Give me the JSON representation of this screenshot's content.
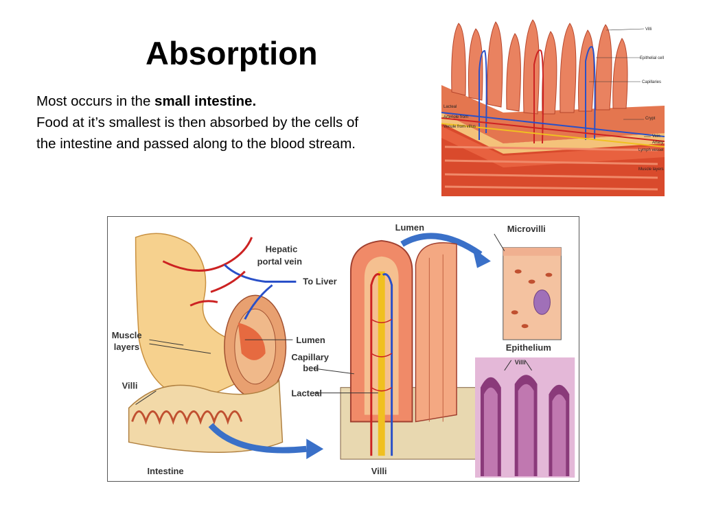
{
  "slide": {
    "title": "Absorption",
    "line1_prefix": "Most occurs in the ",
    "line1_bold": "small intestine.",
    "line2": "Food at it’s smallest is then absorbed by the cells of the intestine and passed along to the blood stream."
  },
  "top_figure": {
    "labels": {
      "villi": "Villi",
      "epithelial": "Epithelial cell",
      "capillaries": "Capillaries",
      "lacteal": "Lacteal",
      "arteriole": "Arteriole from",
      "venule": "Venule from villus",
      "crypt": "Crypt",
      "vein": "Vein",
      "artery": "Artery",
      "lymph": "Lymph vessel",
      "muscle": "Muscle layers"
    }
  },
  "main_figure": {
    "labels": {
      "lumen_top": "Lumen",
      "microvilli": "Microvilli",
      "hepatic_1": "Hepatic",
      "hepatic_2": "portal vein",
      "to_liver": "To Liver",
      "muscle_1": "Muscle",
      "muscle_2": "layers",
      "lumen_mid": "Lumen",
      "capillary_1": "Capillary",
      "capillary_2": "bed",
      "villi_left": "Villi",
      "lacteal": "Lacteal",
      "intestine": "Intestine",
      "villi_bottom": "Villi",
      "epithelium": "Epithelium",
      "villi_photo": "Villi"
    }
  }
}
